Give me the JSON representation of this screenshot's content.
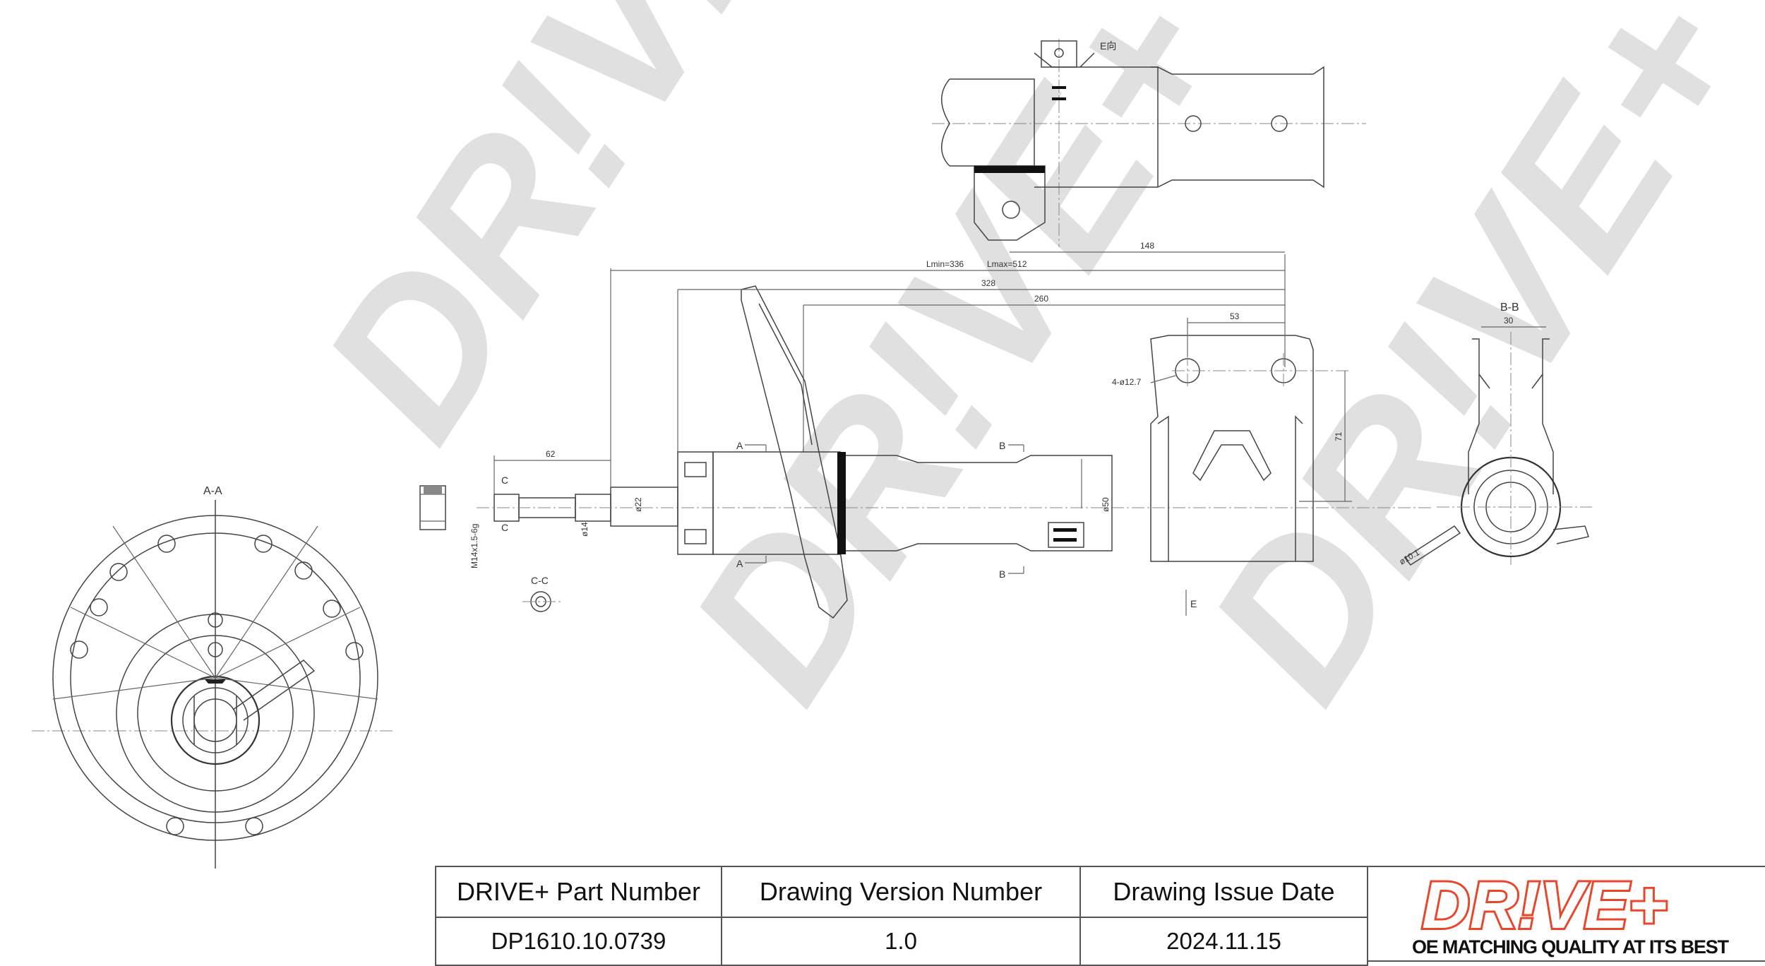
{
  "watermark": {
    "text": "DR!VE+",
    "color": "#dddddd"
  },
  "drawing": {
    "section_labels": {
      "aa": "A-A",
      "bb": "B-B",
      "cc": "C-C",
      "e_view": "E向",
      "a_top": "A",
      "a_bottom": "A",
      "b_top": "B",
      "b_bottom": "B",
      "c_top": "C",
      "c_bottom": "C",
      "e_arrow": "E"
    },
    "dimensions": {
      "lmin": "Lmin=336",
      "lmax": "Lmax=512",
      "d148": "148",
      "d328": "328",
      "d260": "260",
      "d53": "53",
      "d62": "62",
      "d71": "71",
      "d30": "30",
      "holes": "4-ø12.7",
      "dia22": "ø22",
      "dia14": "ø14",
      "dia50": "ø50",
      "thread": "M14x1.5-6g",
      "dia10": "ø10.1"
    }
  },
  "title_block": {
    "part_number_label": "DRIVE+ Part Number",
    "version_label": "Drawing Version Number",
    "issue_date_label": "Drawing Issue Date",
    "part_number": "DP1610.10.0739",
    "version": "1.0",
    "issue_date": "2024.11.15"
  },
  "brand": {
    "logo_text": "DR!VE+",
    "tagline": "OE MATCHING QUALITY AT ITS BEST",
    "accent_color": "#e8472b"
  }
}
